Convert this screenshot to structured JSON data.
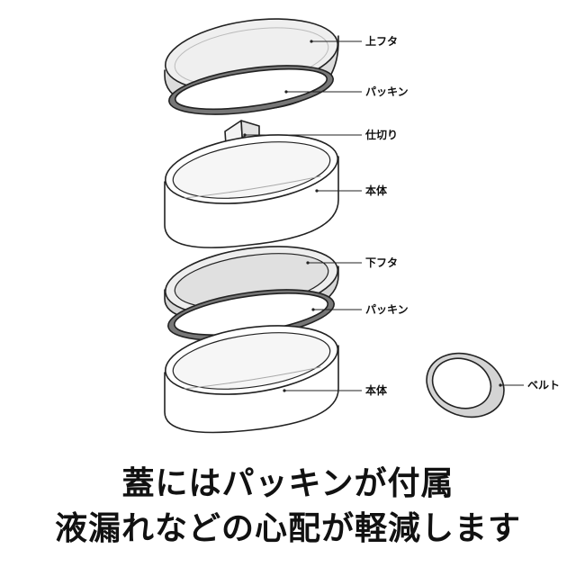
{
  "labels": {
    "upper_lid": "上フタ",
    "packing_upper": "パッキン",
    "divider": "仕切り",
    "body_upper": "本体",
    "lower_lid": "下フタ",
    "packing_lower": "パッキン",
    "body_lower": "本体",
    "belt": "ベルト"
  },
  "caption": {
    "line1": "蓋にはパッキンが付属",
    "line2": "液漏れなどの心配が軽減します"
  },
  "colors": {
    "outline": "#222222",
    "lid_fill": "#ececec",
    "body_fill": "#ffffff",
    "packing_fill": "#7a7a7a",
    "belt_fill": "#d9d9d9"
  }
}
